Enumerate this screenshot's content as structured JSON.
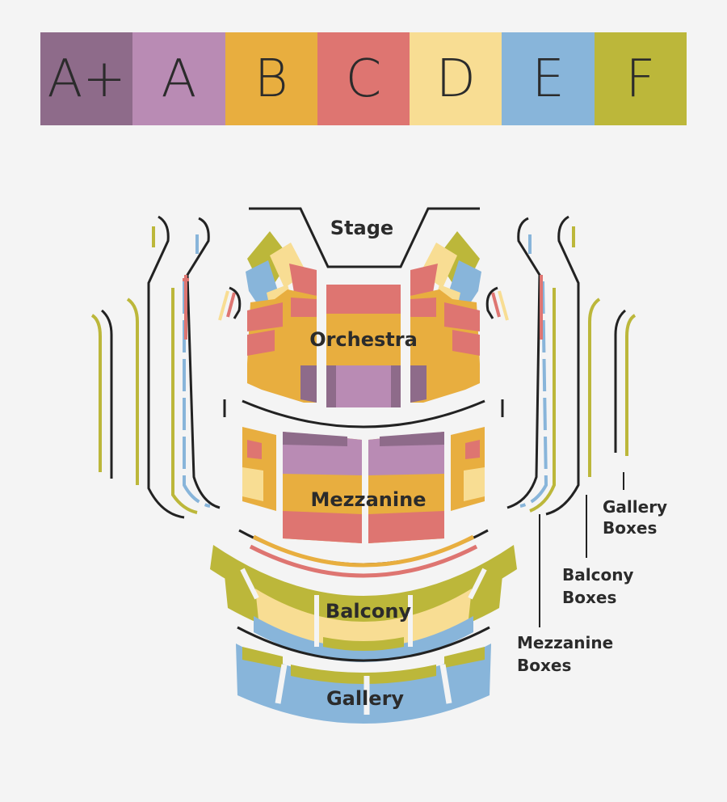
{
  "legend": {
    "items": [
      {
        "label": "A+",
        "color": "#8e6b8a"
      },
      {
        "label": "A",
        "color": "#b98bb4"
      },
      {
        "label": "B",
        "color": "#e8ae3f"
      },
      {
        "label": "C",
        "color": "#de7571"
      },
      {
        "label": "D",
        "color": "#f8dd93"
      },
      {
        "label": "E",
        "color": "#88b5da"
      },
      {
        "label": "F",
        "color": "#bcb73a"
      }
    ]
  },
  "sections": {
    "stage": "Stage",
    "orchestra": "Orchestra",
    "mezzanine": "Mezzanine",
    "balcony": "Balcony",
    "gallery": "Gallery"
  },
  "boxes": {
    "gallery": [
      "Gallery",
      "Boxes"
    ],
    "balcony": [
      "Balcony",
      "Boxes"
    ],
    "mezzanine": [
      "Mezzanine",
      "Boxes"
    ]
  }
}
